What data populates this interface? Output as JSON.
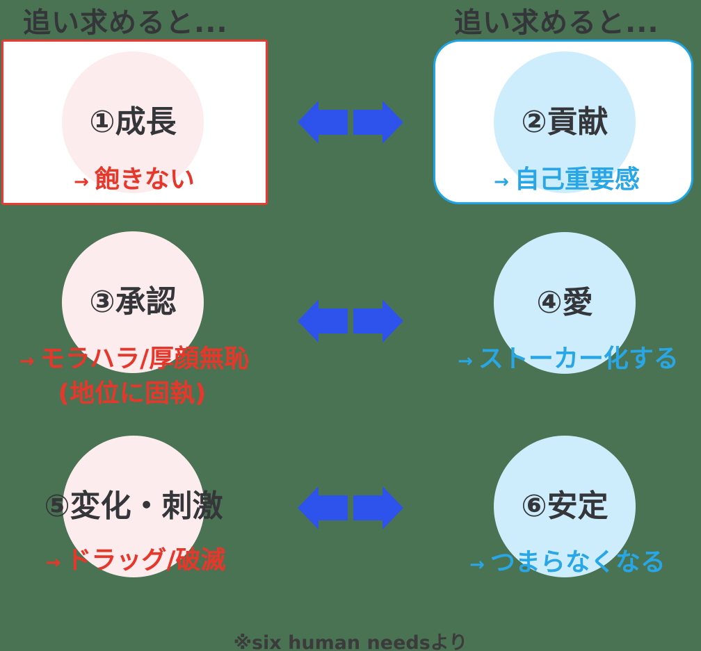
{
  "page": {
    "background_color": "#4a7353",
    "footer_note": "※six human needsより"
  },
  "headers": {
    "left": "追い求めると...",
    "right": "追い求めると..."
  },
  "colors": {
    "arrow_blue": "#2e53ec",
    "pink_circle": "#fdecee",
    "blue_circle": "#cdedfc",
    "red_border": "#ee3831",
    "blue_border": "#1da4e9",
    "red_text": "#e7372b",
    "blue_text": "#29a6e6",
    "dark_text": "#35363a"
  },
  "needs": [
    {
      "label": "①成長",
      "arrow": "→",
      "annotation": "飽きない"
    },
    {
      "label": "②貢献",
      "arrow": "→",
      "annotation": "自己重要感"
    },
    {
      "label": "③承認",
      "arrow": "→",
      "annotation": "モラハラ/厚顔無恥",
      "annotation2": "(地位に固執)"
    },
    {
      "label": "④愛",
      "arrow": "→",
      "annotation": "ストーカー化する"
    },
    {
      "label": "⑤変化・刺激",
      "arrow": "→",
      "annotation": "ドラッグ/破滅"
    },
    {
      "label": "⑥安定",
      "arrow": "→",
      "annotation": "つまらなくなる"
    }
  ],
  "icons": {
    "double_arrow": "left-right double arrow"
  }
}
